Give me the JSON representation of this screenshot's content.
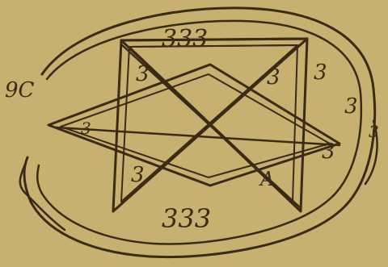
{
  "drawing": {
    "paper_color": "#c8b070",
    "ink_color": "#3b2a16",
    "marks": {
      "top_row": "333",
      "bottom_row": "333",
      "top_left_inner": "3",
      "top_right_inner": "3",
      "top_right_outer": "3",
      "left_point": "3",
      "right_point": "3",
      "bottom_left_inner": "3",
      "bottom_right_inner": "A",
      "outside_left": "9C",
      "outside_right": "3",
      "outside_right_lower": "3"
    }
  }
}
